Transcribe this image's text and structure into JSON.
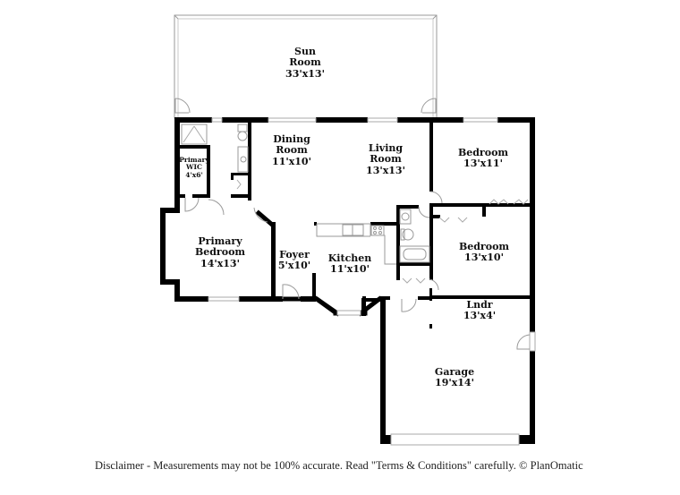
{
  "floor_plan": {
    "rooms": [
      {
        "id": "sun-room",
        "name": "Sun Room",
        "name_lines": [
          "Sun",
          "Room"
        ],
        "dimensions": "33'x13'"
      },
      {
        "id": "primary-wic",
        "name": "Primary WIC",
        "name_lines": [
          "Primary",
          "WIC"
        ],
        "dimensions": "4'x6'"
      },
      {
        "id": "dining-room",
        "name": "Dining Room",
        "name_lines": [
          "Dining",
          "Room"
        ],
        "dimensions": "11'x10'"
      },
      {
        "id": "living-room",
        "name": "Living Room",
        "name_lines": [
          "Living",
          "Room"
        ],
        "dimensions": "13'x13'"
      },
      {
        "id": "bedroom-1",
        "name": "Bedroom",
        "name_lines": [
          "Bedroom"
        ],
        "dimensions": "13'x11'"
      },
      {
        "id": "primary-bedroom",
        "name": "Primary Bedroom",
        "name_lines": [
          "Primary",
          "Bedroom"
        ],
        "dimensions": "14'x13'"
      },
      {
        "id": "foyer",
        "name": "Foyer",
        "name_lines": [
          "Foyer"
        ],
        "dimensions": "5'x10'"
      },
      {
        "id": "kitchen",
        "name": "Kitchen",
        "name_lines": [
          "Kitchen"
        ],
        "dimensions": "11'x10'"
      },
      {
        "id": "bedroom-2",
        "name": "Bedroom",
        "name_lines": [
          "Bedroom"
        ],
        "dimensions": "13'x10'"
      },
      {
        "id": "laundry",
        "name": "Lndr",
        "name_lines": [
          "Lndr"
        ],
        "dimensions": "13'x4'"
      },
      {
        "id": "garage",
        "name": "Garage",
        "name_lines": [
          "Garage"
        ],
        "dimensions": "19'x14'"
      }
    ],
    "colors": {
      "wall": "#000000",
      "window": "#bdbdbd",
      "fixture": "#9a9a9a",
      "background": "#ffffff"
    }
  },
  "footer": {
    "disclaimer": "Disclaimer - Measurements may not be 100% accurate. Read \"Terms & Conditions\" carefully. © PlanOmatic"
  }
}
